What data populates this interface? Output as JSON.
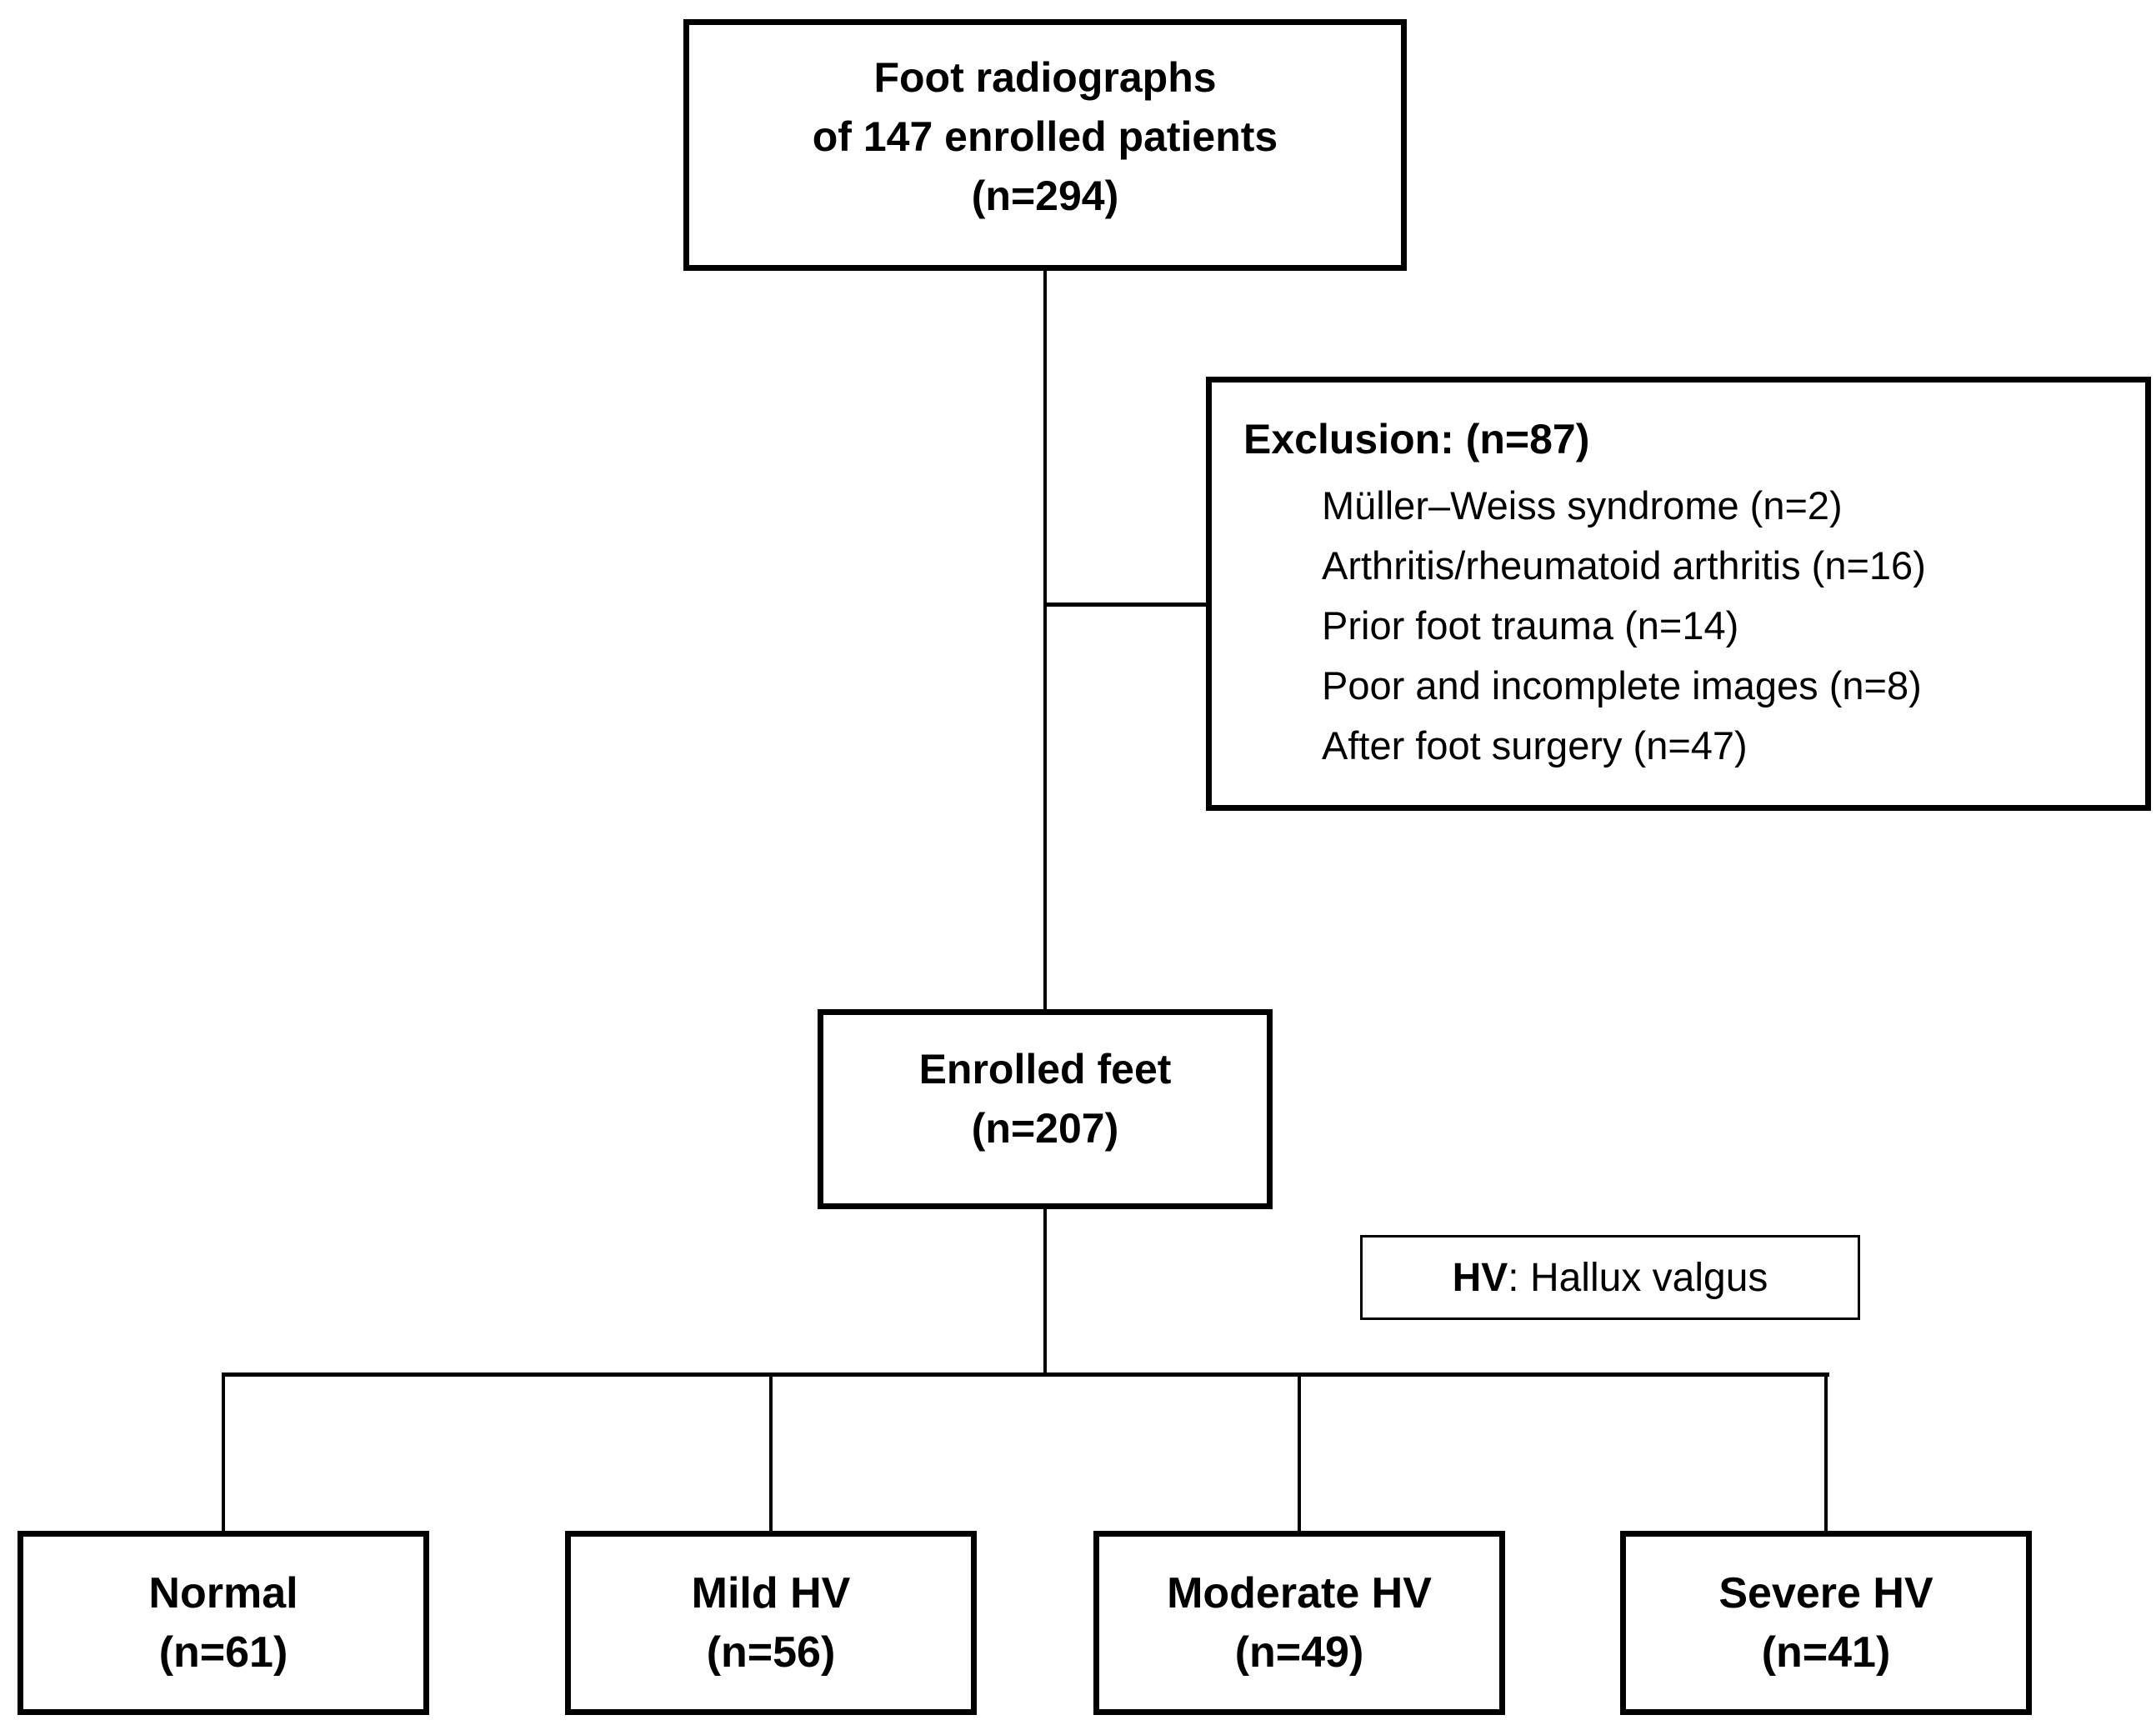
{
  "diagram": {
    "accent_color": "#000000",
    "background_color": "#ffffff",
    "top_box": {
      "lines": [
        "Foot radiographs",
        "of 147 enrolled patients",
        "(n=294)"
      ]
    },
    "exclusion_box": {
      "title": "Exclusion: (n=87)",
      "items": [
        "Müller–Weiss syndrome (n=2)",
        "Arthritis/rheumatoid arthritis (n=16)",
        "Prior foot trauma (n=14)",
        "Poor and incomplete images (n=8)",
        "After foot surgery (n=47)"
      ]
    },
    "enrolled_box": {
      "lines": [
        "Enrolled feet",
        "(n=207)"
      ]
    },
    "legend_box": {
      "abbr": "HV",
      "rest": ": Hallux valgus"
    },
    "outcome_boxes": [
      {
        "lines": [
          "Normal",
          "(n=61)"
        ]
      },
      {
        "lines": [
          "Mild HV",
          "(n=56)"
        ]
      },
      {
        "lines": [
          "Moderate HV",
          "(n=49)"
        ]
      },
      {
        "lines": [
          "Severe HV",
          "(n=41)"
        ]
      }
    ]
  }
}
